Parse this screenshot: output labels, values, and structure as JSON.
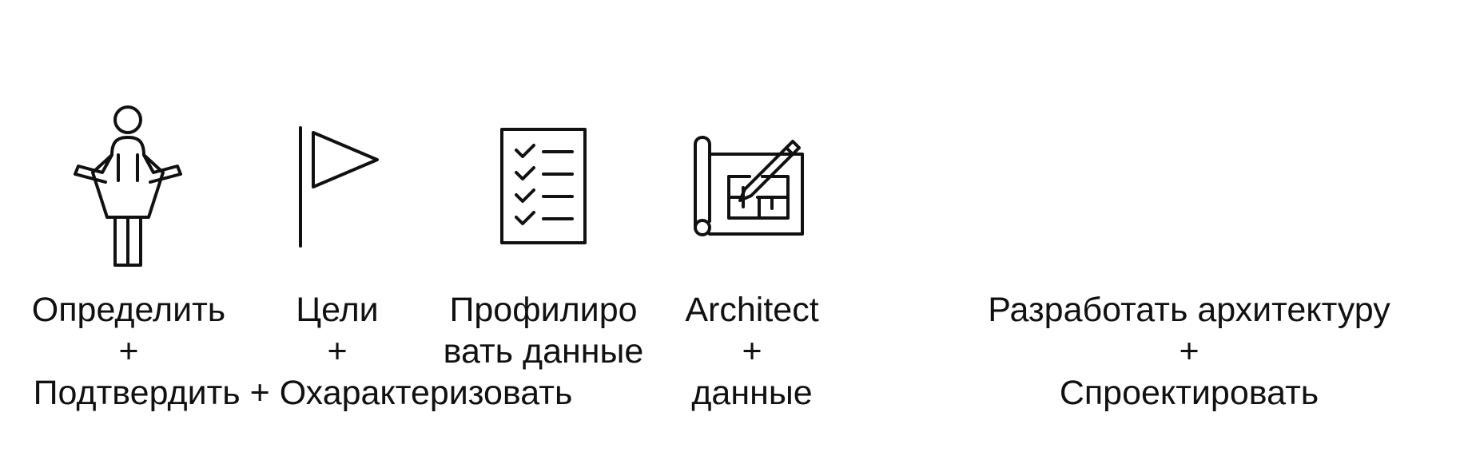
{
  "steps": [
    {
      "icon": "person-icon",
      "lines": [
        "Определить",
        "+"
      ]
    },
    {
      "icon": "flag-icon",
      "lines": [
        "Цели",
        "+"
      ]
    },
    {
      "icon": "checklist-icon",
      "lines": [
        "Профилиро",
        "вать данные"
      ]
    },
    {
      "icon": "blueprint-pencil-icon",
      "lines": [
        "Architect",
        "+",
        "данные"
      ]
    },
    {
      "icon": "",
      "lines": [
        "Разработать архитектуру",
        "+",
        "Спроектировать"
      ]
    }
  ],
  "bottom_row": {
    "left": "Подтвердить + Охарактеризовать"
  },
  "colors": {
    "stroke": "#111111",
    "background": "#ffffff"
  }
}
